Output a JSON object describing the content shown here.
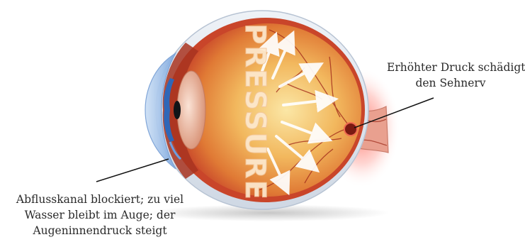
{
  "diagram": {
    "center_text": "PRESSURE",
    "annotations": {
      "optic_nerve": {
        "lines": [
          "Erhöhter Druck schädigt",
          "den Sehnerv"
        ]
      },
      "drainage": {
        "lines": [
          "Abflusskanal blockiert; zu viel",
          "Wasser bleibt im Auge; der",
          "Augeninnendruck steigt"
        ]
      }
    },
    "colors": {
      "sclera": "#dfe6ef",
      "choroid": "#c9452a",
      "retina": "#e48a3c",
      "vitreous_glow": "#f6d27a",
      "cornea": "#8fb7e6",
      "iris": "#2f67b8",
      "lens": "#f3c9b4",
      "optic_nerve_glow": "#ff6b5e",
      "arrow": "#ffffff",
      "leader_line": "#111111"
    }
  }
}
